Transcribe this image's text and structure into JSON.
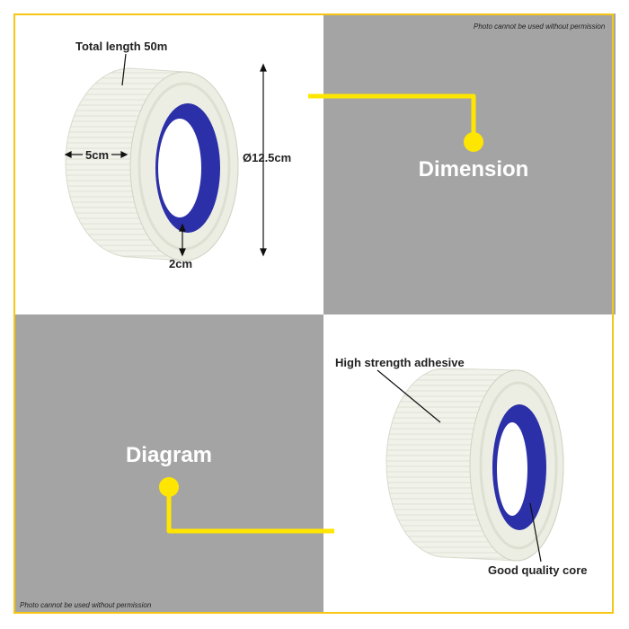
{
  "watermark": "Photo cannot be used without permission",
  "panels": {
    "dimension": {
      "title": "Dimension"
    },
    "diagram": {
      "title": "Diagram"
    }
  },
  "dimension_labels": {
    "total_length": "Total length 50m",
    "width": "5cm",
    "diameter": "Ø12.5cm",
    "thickness": "2cm"
  },
  "diagram_labels": {
    "adhesive": "High strength adhesive",
    "core": "Good quality core"
  },
  "colors": {
    "accent": "#ffe600",
    "frame": "#f6c614",
    "panel_gray": "#a5a4a5",
    "core_blue": "#2b2fa8"
  }
}
